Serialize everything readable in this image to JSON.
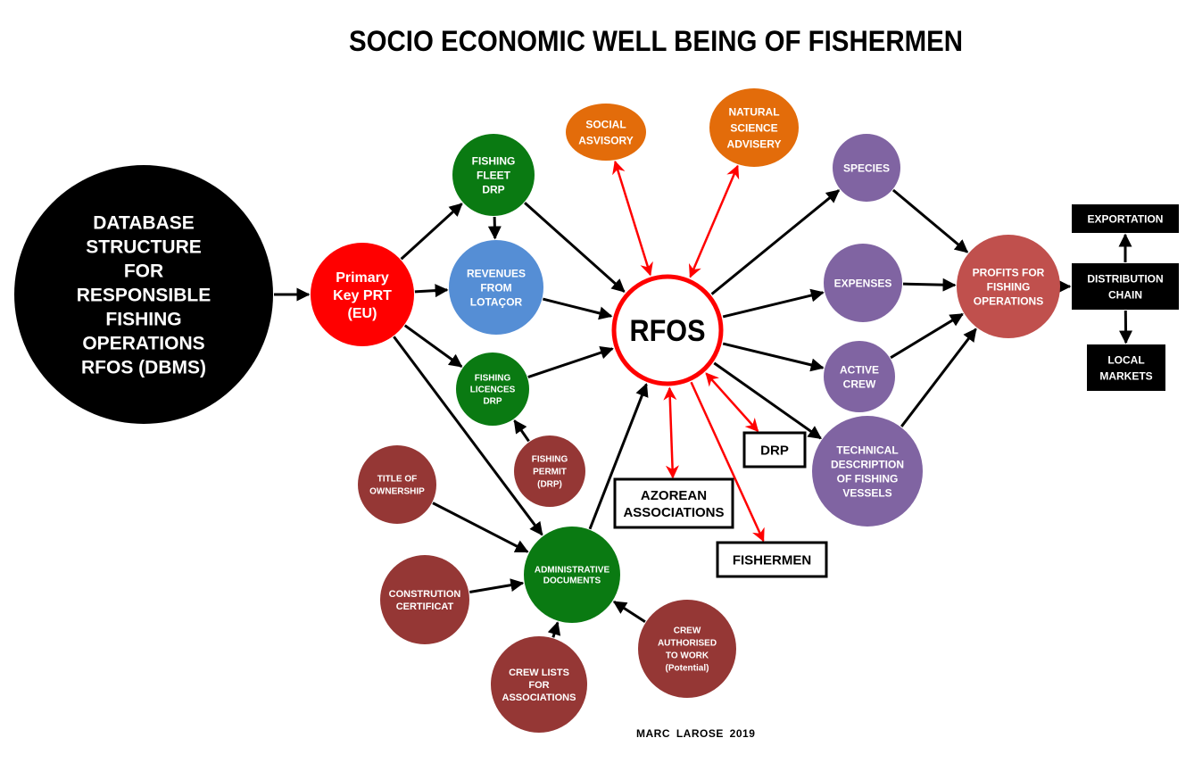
{
  "title": "SOCIO ECONOMIC WELL BEING OF FISHERMEN",
  "footer": "MARC  LAROSE  2019",
  "colors": {
    "black": "#000000",
    "red": "#ff0000",
    "green": "#0a7a12",
    "blue": "#558ed5",
    "maroon": "#953735",
    "orange": "#e36c0a",
    "purple": "#8064a2",
    "salmon": "#c0504d",
    "arrow_red": "#ff0000"
  },
  "nodes": [
    {
      "id": "dbms",
      "shape": "circle",
      "fill": "black",
      "lines": [
        "DATABASE",
        "STRUCTURE",
        "FOR",
        "RESPONSIBLE",
        "FISHING",
        "OPERATIONS",
        "RFOS (DBMS)"
      ]
    },
    {
      "id": "primary",
      "shape": "circle",
      "fill": "red",
      "lines": [
        "Primary",
        "Key PRT",
        "(EU)"
      ]
    },
    {
      "id": "fleet",
      "shape": "circle",
      "fill": "green",
      "lines": [
        "FISHING",
        "FLEET",
        "DRP"
      ]
    },
    {
      "id": "revenues",
      "shape": "circle",
      "fill": "blue",
      "lines": [
        "REVENUES",
        "FROM",
        "LOTAÇOR"
      ]
    },
    {
      "id": "licences",
      "shape": "circle",
      "fill": "green",
      "lines": [
        "FISHING",
        "LICENCES",
        "DRP"
      ]
    },
    {
      "id": "permit",
      "shape": "circle",
      "fill": "maroon",
      "lines": [
        "FISHING",
        "PERMIT",
        "(DRP)"
      ]
    },
    {
      "id": "title_own",
      "shape": "circle",
      "fill": "maroon",
      "lines": [
        "TITLE OF",
        "OWNERSHIP"
      ]
    },
    {
      "id": "construction",
      "shape": "circle",
      "fill": "maroon",
      "lines": [
        "CONSTRUTION",
        "CERTIFICAT"
      ]
    },
    {
      "id": "admin",
      "shape": "circle",
      "fill": "green",
      "lines": [
        "ADMINISTRATIVE",
        "DOCUMENTS"
      ]
    },
    {
      "id": "crewlists",
      "shape": "circle",
      "fill": "maroon",
      "lines": [
        "CREW LISTS",
        "FOR",
        "ASSOCIATIONS"
      ]
    },
    {
      "id": "crewauth",
      "shape": "circle",
      "fill": "maroon",
      "lines": [
        "CREW",
        "AUTHORISED",
        "TO WORK",
        "(Potential)"
      ]
    },
    {
      "id": "social",
      "shape": "ellipse",
      "fill": "orange",
      "lines": [
        "SOCIAL",
        "ASVISORY"
      ]
    },
    {
      "id": "natural",
      "shape": "ellipse",
      "fill": "orange",
      "lines": [
        "NATURAL",
        "SCIENCE",
        "ADVISERY"
      ]
    },
    {
      "id": "rfos",
      "shape": "ring",
      "fill": "red",
      "lines": [
        "RFOS"
      ]
    },
    {
      "id": "species",
      "shape": "circle",
      "fill": "purple",
      "lines": [
        "SPECIES"
      ]
    },
    {
      "id": "expenses",
      "shape": "circle",
      "fill": "purple",
      "lines": [
        "EXPENSES"
      ]
    },
    {
      "id": "activecrew",
      "shape": "circle",
      "fill": "purple",
      "lines": [
        "ACTIVE",
        "CREW"
      ]
    },
    {
      "id": "technical",
      "shape": "circle",
      "fill": "purple",
      "lines": [
        "TECHNICAL",
        "DESCRIPTION",
        "OF FISHING",
        "VESSELS"
      ]
    },
    {
      "id": "profits",
      "shape": "circle",
      "fill": "salmon",
      "lines": [
        "PROFITS FOR",
        "FISHING",
        "OPERATIONS"
      ]
    },
    {
      "id": "exportation",
      "shape": "rect",
      "fill": "black",
      "lines": [
        "EXPORTATION"
      ]
    },
    {
      "id": "distribution",
      "shape": "rect",
      "fill": "black",
      "lines": [
        "DISTRIBUTION",
        "CHAIN"
      ]
    },
    {
      "id": "local",
      "shape": "rect",
      "fill": "black",
      "lines": [
        "LOCAL",
        "MARKETS"
      ]
    },
    {
      "id": "drp",
      "shape": "box",
      "fill": "black",
      "lines": [
        "DRP"
      ]
    },
    {
      "id": "azorean",
      "shape": "box",
      "fill": "black",
      "lines": [
        "AZOREAN",
        "ASSOCIATIONS"
      ]
    },
    {
      "id": "fishermen",
      "shape": "box",
      "fill": "black",
      "lines": [
        "FISHERMEN"
      ]
    }
  ],
  "edges": [
    {
      "from": "dbms",
      "to": "primary",
      "color": "black"
    },
    {
      "from": "primary",
      "to": "fleet",
      "color": "black"
    },
    {
      "from": "primary",
      "to": "revenues",
      "color": "black"
    },
    {
      "from": "primary",
      "to": "licences",
      "color": "black"
    },
    {
      "from": "primary",
      "to": "admin",
      "color": "black"
    },
    {
      "from": "fleet",
      "to": "revenues",
      "color": "black"
    },
    {
      "from": "fleet",
      "to": "rfos",
      "color": "black"
    },
    {
      "from": "revenues",
      "to": "rfos",
      "color": "black"
    },
    {
      "from": "licences",
      "to": "rfos",
      "color": "black"
    },
    {
      "from": "permit",
      "to": "licences",
      "color": "black"
    },
    {
      "from": "title_own",
      "to": "admin",
      "color": "black"
    },
    {
      "from": "construction",
      "to": "admin",
      "color": "black"
    },
    {
      "from": "crewlists",
      "to": "admin",
      "color": "black"
    },
    {
      "from": "crewauth",
      "to": "admin",
      "color": "black"
    },
    {
      "from": "admin",
      "to": "rfos",
      "color": "black"
    },
    {
      "from": "rfos",
      "to": "species",
      "color": "black"
    },
    {
      "from": "rfos",
      "to": "expenses",
      "color": "black"
    },
    {
      "from": "rfos",
      "to": "activecrew",
      "color": "black"
    },
    {
      "from": "rfos",
      "to": "technical",
      "color": "black"
    },
    {
      "from": "species",
      "to": "profits",
      "color": "black"
    },
    {
      "from": "expenses",
      "to": "profits",
      "color": "black"
    },
    {
      "from": "activecrew",
      "to": "profits",
      "color": "black"
    },
    {
      "from": "technical",
      "to": "profits",
      "color": "black"
    },
    {
      "from": "profits",
      "to": "distribution",
      "color": "black"
    },
    {
      "from": "distribution",
      "to": "exportation",
      "color": "black"
    },
    {
      "from": "distribution",
      "to": "local",
      "color": "black"
    },
    {
      "from": "rfos",
      "to": "social",
      "color": "arrow_red",
      "both": true
    },
    {
      "from": "rfos",
      "to": "natural",
      "color": "arrow_red",
      "both": true
    },
    {
      "from": "rfos",
      "to": "azorean",
      "color": "arrow_red",
      "both": true
    },
    {
      "from": "rfos",
      "to": "drp",
      "color": "arrow_red",
      "both": true
    },
    {
      "from": "rfos",
      "to": "fishermen",
      "color": "arrow_red"
    }
  ]
}
